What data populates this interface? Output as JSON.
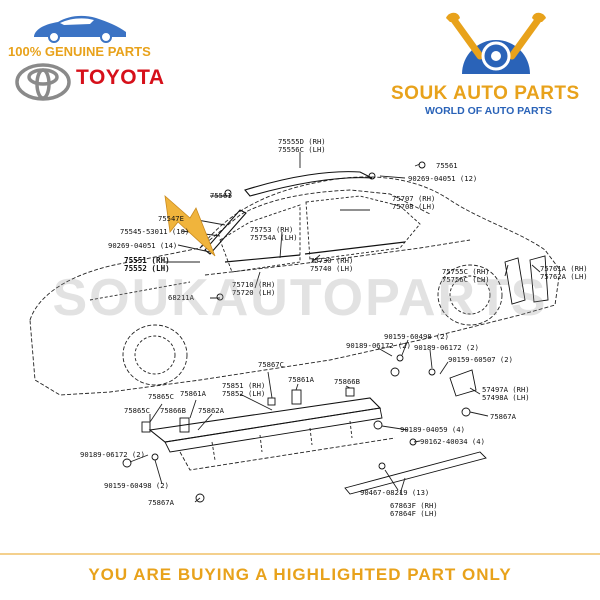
{
  "header": {
    "genuine_text": "100% GENUINE PARTS",
    "toyota_text": "TOYOTA",
    "souk_name": "SOUK AUTO PARTS",
    "souk_tagline": "WORLD OF AUTO PARTS"
  },
  "watermark": "SOUKAUTOPARTS",
  "footer": {
    "text": "YOU ARE BUYING A HIGHLIGHTED PART ONLY"
  },
  "colors": {
    "accent_gold": "#e8a21b",
    "toyota_red": "#d6101a",
    "souk_blue": "#2a63b8",
    "arrow": "#f0b43c"
  },
  "labels": {
    "l01": "75555D (RH)",
    "l02": "75556C (LH)",
    "l03": "75561",
    "l04": "90269-04051 (12)",
    "l05": "75561",
    "l06": "75547E",
    "l07": "75545-53011 (10)",
    "l08": "90269-04051 (14)",
    "l09": "75551 (RH)",
    "l10": "75552 (LH)",
    "l11": "75753 (RH)",
    "l12": "75754A (LH)",
    "l13": "75707 (RH)",
    "l14": "75708 (LH)",
    "l15": "75730 (RH)",
    "l16": "75740 (LH)",
    "l17": "75710 (RH)",
    "l18": "75720 (LH)",
    "l19": "68211A",
    "l20": "75755C (RH)",
    "l21": "75756C (LH)",
    "l22": "75761A (RH)",
    "l23": "75762A (LH)",
    "l24": "90159-60498 (2)",
    "l25": "90189-06172 (2)",
    "l26": "90189-06172 (2)",
    "l27": "90159-60507 (2)",
    "l28": "75867C",
    "l29": "75851 (RH)",
    "l30": "75852 (LH)",
    "l31": "75861A",
    "l32": "75866B",
    "l33": "57497A (RH)",
    "l34": "57498A (LH)",
    "l35": "75865C",
    "l36": "75861A",
    "l37": "75865C",
    "l38": "75866B",
    "l39": "75862A",
    "l40": "75867A",
    "l41": "90189-04059 (4)",
    "l42": "90162-40034 (4)",
    "l43": "90189-06172 (2)",
    "l44": "90159-60498 (2)",
    "l45": "75867A",
    "l46": "90467-08219 (13)",
    "l47": "67863F (RH)",
    "l48": "67864F (LH)"
  }
}
